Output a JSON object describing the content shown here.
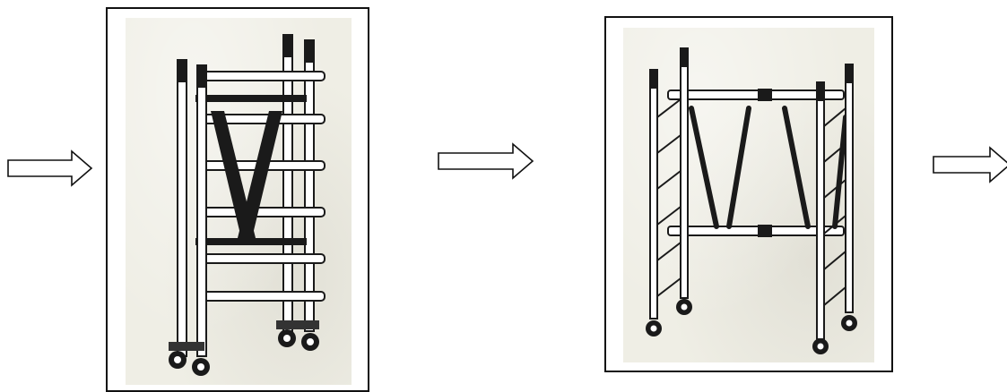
{
  "diagram": {
    "steps": [
      {
        "name": "folded-tower"
      },
      {
        "name": "unfolded-tower"
      }
    ],
    "arrow_count": 3,
    "colors": {
      "frame": "#111111",
      "paper": "#efeee5",
      "line": "#1a1a1a",
      "tube_fill": "#ffffff"
    },
    "icons": [
      "right-arrow-icon",
      "scaffold-icon",
      "caster-wheel-icon"
    ]
  }
}
